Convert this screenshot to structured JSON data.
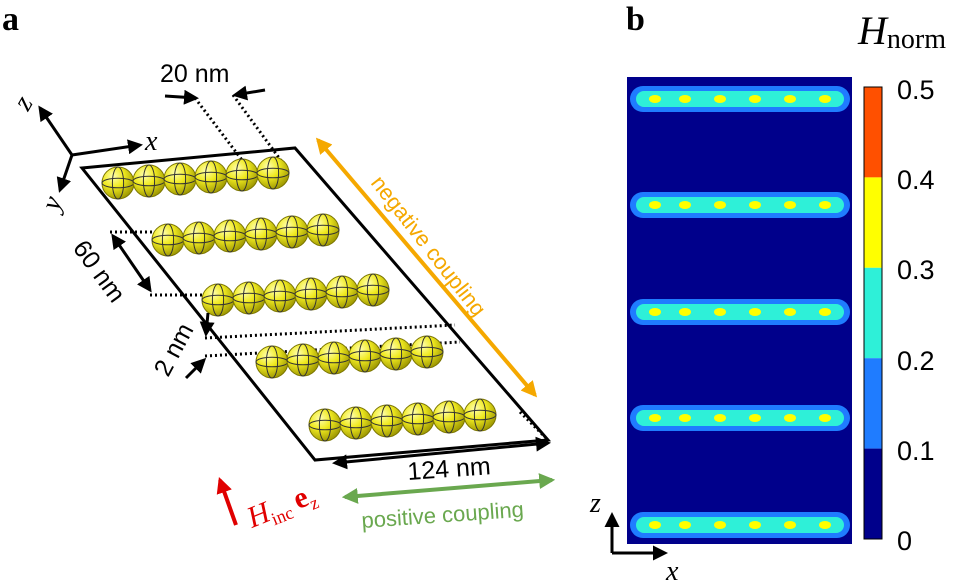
{
  "panel_a": {
    "label": "a",
    "axes": {
      "x": "x",
      "y": "y",
      "z": "z"
    },
    "dimensions": {
      "sphere_diameter": "20 nm",
      "row_spacing": "60 nm",
      "gap": "2 nm",
      "row_length": "124 nm"
    },
    "annotations": {
      "negative_coupling": "negative coupling",
      "positive_coupling": "positive coupling"
    },
    "field": {
      "symbol": "H",
      "subscript": "inc",
      "vector": "e",
      "vector_sub": "z"
    },
    "colors": {
      "sphere": "#e6e61a",
      "negative_coupling": "#f5a800",
      "positive_coupling": "#6aa84f",
      "field": "#e00000"
    },
    "rows": 5,
    "spheres_per_row": 6
  },
  "panel_b": {
    "label": "b",
    "title_symbol": "H",
    "title_sub": "norm",
    "axes": {
      "x": "x",
      "z": "z"
    },
    "colorbar": {
      "ticks": [
        "0.5",
        "0.4",
        "0.3",
        "0.2",
        "0.1",
        "0"
      ],
      "bands": [
        "#ff5000",
        "#ffff00",
        "#2ef0d8",
        "#1f7cff",
        "#00008b"
      ]
    },
    "background_color": "#00008b",
    "field_rows": 5
  }
}
